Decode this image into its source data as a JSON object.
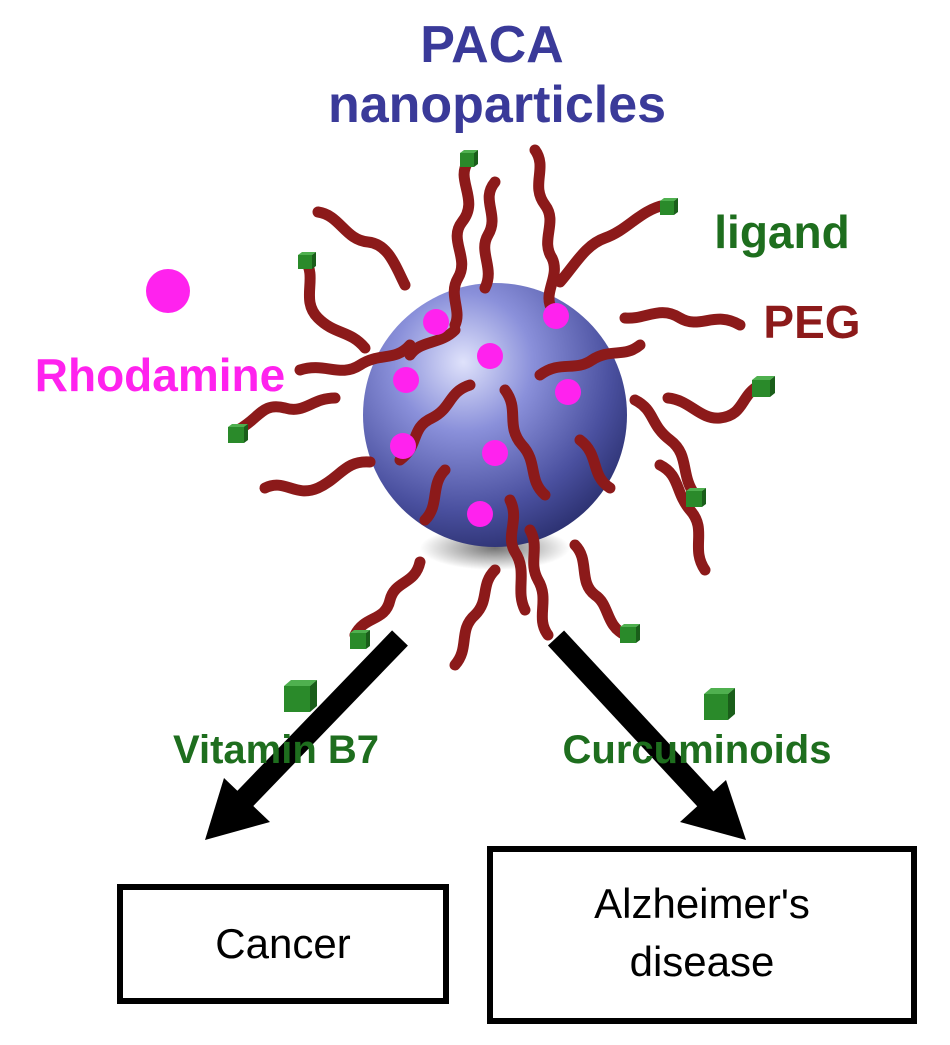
{
  "title": {
    "line1": "PACA",
    "line2": "nanoparticles"
  },
  "labels": {
    "ligand": "ligand",
    "peg": "PEG",
    "rhodamine": "Rhodamine",
    "vitamin": "Vitamin B7",
    "curcuminoids": "Curcuminoids"
  },
  "boxes": {
    "cancer": "Cancer",
    "alzheimers_line1": "Alzheimer's",
    "alzheimers_line2": "disease"
  },
  "colors": {
    "title": "#3a3a99",
    "ligand": "#1e6e1e",
    "ligand_fill": "#2a8a2a",
    "peg": "#8c1a1a",
    "rhodamine": "#ff22ee",
    "sphere_light": "#c8ccf2",
    "sphere_mid": "#6b72c8",
    "sphere_dark": "#2a2f6e",
    "arrow": "#000000"
  }
}
